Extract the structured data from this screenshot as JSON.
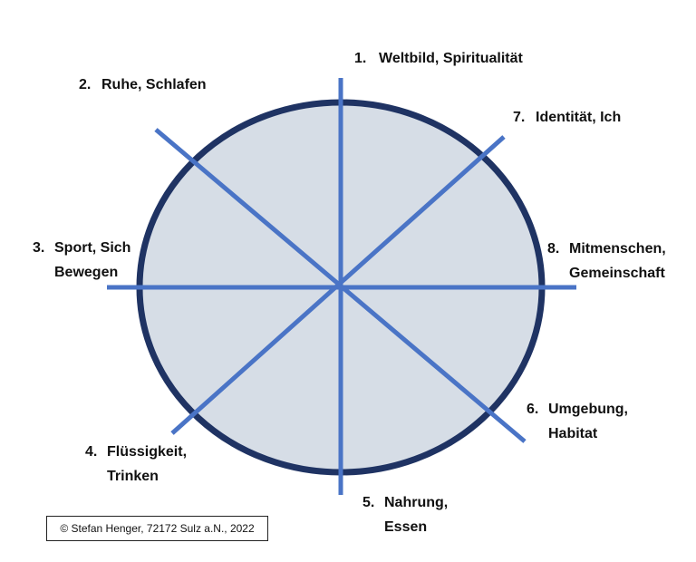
{
  "colors": {
    "circle_fill": "#d6dde6",
    "circle_stroke": "#1f3363",
    "spokes": "#4a74c6"
  },
  "segments": [
    {
      "num": "1.",
      "lines": [
        "Weltbild, Spiritualität"
      ]
    },
    {
      "num": "2.",
      "lines": [
        "Ruhe, Schlafen"
      ]
    },
    {
      "num": "3.",
      "lines": [
        "Sport, Sich",
        "Bewegen"
      ]
    },
    {
      "num": "4.",
      "lines": [
        "Flüssigkeit,",
        "Trinken"
      ]
    },
    {
      "num": "5.",
      "lines": [
        "Nahrung,",
        "Essen"
      ]
    },
    {
      "num": "6.",
      "lines": [
        "Umgebung,",
        "Habitat"
      ]
    },
    {
      "num": "7.",
      "lines": [
        "Identität, Ich"
      ]
    },
    {
      "num": "8.",
      "lines": [
        "Mitmenschen,",
        "Gemeinschaft"
      ]
    }
  ],
  "copyright": "© Stefan Henger, 72172 Sulz a.N., 2022"
}
